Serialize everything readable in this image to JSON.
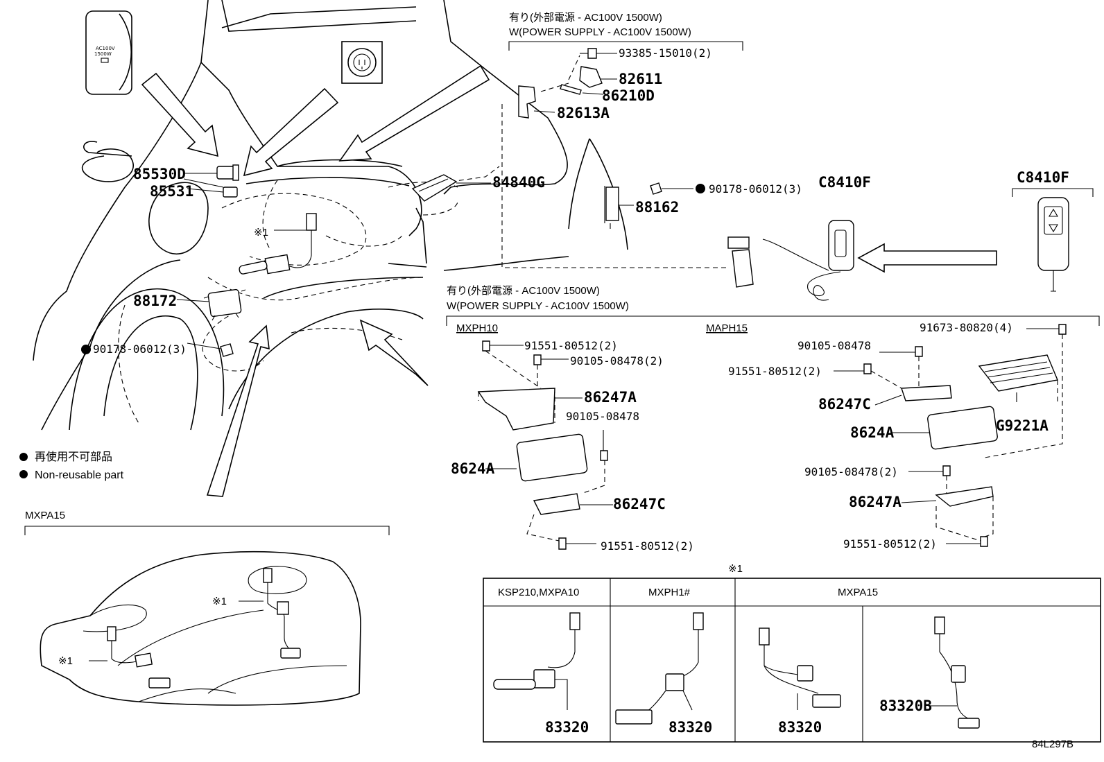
{
  "diagram": {
    "top_group": {
      "header_jp": "有り(外部電源 - AC100V 1500W)",
      "header_en": "W(POWER SUPPLY - AC100V 1500W)",
      "parts": [
        "93385-15010(2)",
        "82611",
        "86210D",
        "82613A",
        "84840G",
        "90178-06012(3)",
        "88162",
        "C8410F"
      ]
    },
    "side_detail": {
      "label": "C8410F"
    },
    "left_parts": [
      "85530D",
      "85531",
      "88172",
      "90178-06012(3)"
    ],
    "ref_note_1": "※1",
    "switch_icon_text": "AC100V\n1500W",
    "legend": {
      "jp": "再使用不可部品",
      "en": "Non-reusable part"
    },
    "middle_group": {
      "header_jp": "有り(外部電源 - AC100V 1500W)",
      "header_en": "W(POWER SUPPLY - AC100V 1500W)",
      "mxph10": {
        "label": "MXPH10",
        "parts": [
          "91551-80512(2)",
          "90105-08478(2)",
          "86247A",
          "90105-08478",
          "8624A",
          "86247C",
          "91551-80512(2)"
        ]
      },
      "maph15": {
        "label": "MAPH15",
        "parts": [
          "91673-80820(4)",
          "90105-08478",
          "91551-80512(2)",
          "86247C",
          "8624A",
          "G9221A",
          "90105-08478(2)",
          "86247A",
          "91551-80512(2)"
        ]
      }
    },
    "mxpa15_block": {
      "label": "MXPA15",
      "notes": [
        "※1",
        "※1"
      ]
    },
    "variants_table": {
      "title": "※1",
      "columns": [
        "KSP210,MXPA10",
        "MXPH1#",
        "MXPA15"
      ],
      "parts": [
        "83320",
        "83320",
        "83320",
        "83320B"
      ]
    },
    "figure_code": "84L297B"
  }
}
